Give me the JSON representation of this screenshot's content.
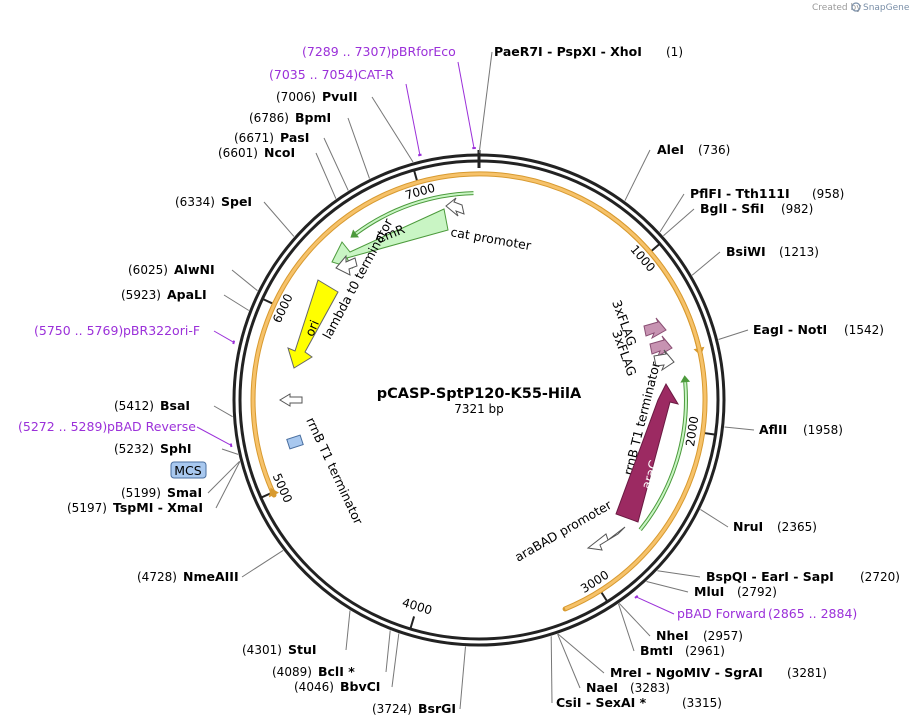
{
  "credit": {
    "created_by": "Created by",
    "brand": "SnapGene"
  },
  "plasmid": {
    "name": "pCASP-SptP120-K55-HilA",
    "length_label": "7321 bp",
    "total_bp": 7321
  },
  "ticks": [
    {
      "bp": 1000,
      "label": "1000"
    },
    {
      "bp": 2000,
      "label": "2000"
    },
    {
      "bp": 3000,
      "label": "3000"
    },
    {
      "bp": 4000,
      "label": "4000"
    },
    {
      "bp": 5000,
      "label": "5000"
    },
    {
      "bp": 6000,
      "label": "6000"
    },
    {
      "bp": 7000,
      "label": "7000"
    }
  ],
  "sites_right": [
    {
      "name": "PaeR7I  - PspXI  - XhoI",
      "pos": "(1)",
      "bp": 1
    },
    {
      "name": "AleI",
      "pos": "(736)",
      "bp": 736
    },
    {
      "name": "PflFI  - Tth111I",
      "pos": "(958)",
      "bp": 958
    },
    {
      "name": "BglI  - SfiI",
      "pos": "(982)",
      "bp": 982
    },
    {
      "name": "BsiWI",
      "pos": "(1213)",
      "bp": 1213
    },
    {
      "name": "EagI  - NotI",
      "pos": "(1542)",
      "bp": 1542
    },
    {
      "name": "AflII",
      "pos": "(1958)",
      "bp": 1958
    },
    {
      "name": "NruI",
      "pos": "(2365)",
      "bp": 2365
    },
    {
      "name": "BspQI  - EarI  - SapI",
      "pos": "(2720)",
      "bp": 2720
    },
    {
      "name": "MluI",
      "pos": "(2792)",
      "bp": 2792
    },
    {
      "name": "NheI",
      "pos": "(2957)",
      "bp": 2957
    },
    {
      "name": "BmtI",
      "pos": "(2961)",
      "bp": 2961
    },
    {
      "name": "MreI  - NgoMIV  - SgrAI",
      "pos": "(3281)",
      "bp": 3281
    },
    {
      "name": "NaeI",
      "pos": "(3283)",
      "bp": 3283
    },
    {
      "name": "CsiI  - SexAI *",
      "pos": "(3315)",
      "bp": 3315
    }
  ],
  "sites_left": [
    {
      "name": "BsrGI",
      "pos": "(3724)",
      "bp": 3724
    },
    {
      "name": "BbvCI",
      "pos": "(4046)",
      "bp": 4046
    },
    {
      "name": "BclI *",
      "pos": "(4089)",
      "bp": 4089
    },
    {
      "name": "StuI",
      "pos": "(4301)",
      "bp": 4301
    },
    {
      "name": "NmeAIII",
      "pos": "(4728)",
      "bp": 4728
    },
    {
      "name": "TspMI  - XmaI",
      "pos": "(5197)",
      "bp": 5197
    },
    {
      "name": "SmaI",
      "pos": "(5199)",
      "bp": 5199
    },
    {
      "name": "SphI",
      "pos": "(5232)",
      "bp": 5232
    },
    {
      "name": "BsaI",
      "pos": "(5412)",
      "bp": 5412
    },
    {
      "name": "ApaLI",
      "pos": "(5923)",
      "bp": 5923
    },
    {
      "name": "AlwNI",
      "pos": "(6025)",
      "bp": 6025
    },
    {
      "name": "SpeI",
      "pos": "(6334)",
      "bp": 6334
    },
    {
      "name": "NcoI",
      "pos": "(6601)",
      "bp": 6601
    },
    {
      "name": "PasI",
      "pos": "(6671)",
      "bp": 6671
    },
    {
      "name": "BpmI",
      "pos": "(6786)",
      "bp": 6786
    },
    {
      "name": "PvuII",
      "pos": "(7006)",
      "bp": 7006
    }
  ],
  "primers": [
    {
      "range": "(7289 .. 7307)",
      "name": "pBRforEco",
      "bp": 7298
    },
    {
      "range": "(7035 .. 7054)",
      "name": "CAT-R",
      "bp": 7045
    },
    {
      "range": "(5750 .. 5769)",
      "name": "pBR322ori-F",
      "bp": 5760
    },
    {
      "range": "(5272 .. 5289)",
      "name": "pBAD Reverse",
      "bp": 5280
    },
    {
      "name": "pBAD Forward",
      "range": "(2865 .. 2884)",
      "bp": 2875
    }
  ],
  "mcs": {
    "label": "MCS"
  },
  "features": {
    "cmr": "CmR",
    "cat_promoter": "cat promoter",
    "lambda_t0": "lambda t0 terminator",
    "ori": "ori",
    "rrnb_left": "rrnB T1 terminator",
    "rrnb_right": "rrnB T1 terminator",
    "flag_a": "3xFLAG",
    "flag_b": "3xFLAG",
    "arac": "araC",
    "arabad": "araBAD promoter"
  },
  "colors": {
    "backbone": "#222222",
    "orf_fill": "#f6c26a",
    "orf_edge": "#d89a2f",
    "cmr_fill": "#c9f5c4",
    "cmr_edge": "#4c9a3c",
    "ori_fill": "#ffff00",
    "arac_fill": "#9c2a62",
    "flag_fill": "#c793b2",
    "mcs_fill": "#a8c8ef",
    "primer": "#9b30d9"
  }
}
